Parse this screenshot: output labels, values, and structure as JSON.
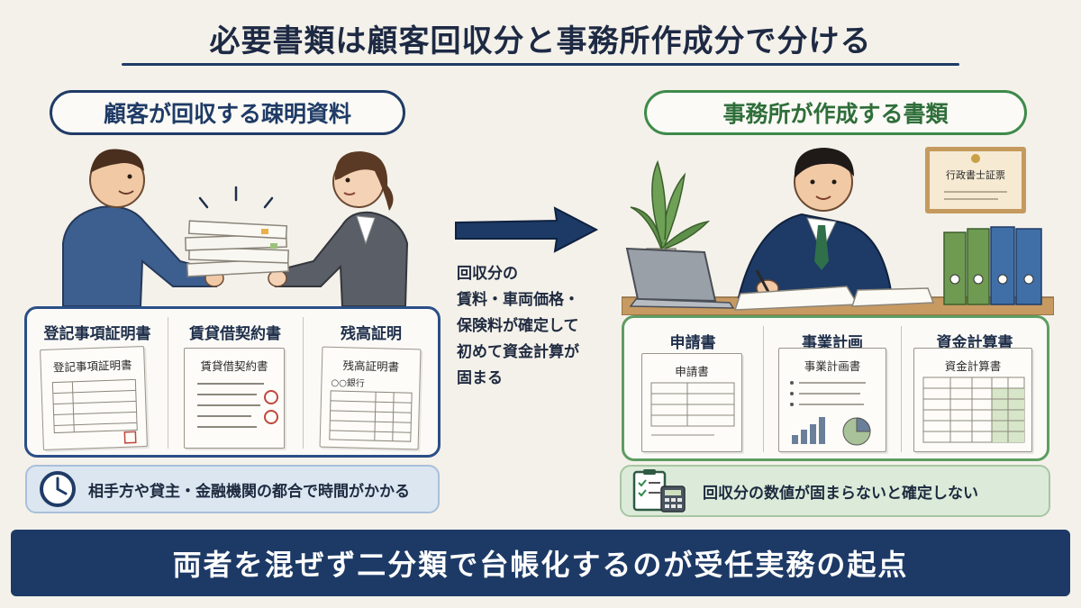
{
  "title": "必要書類は顧客回収分と事務所作成分で分ける",
  "left_section": {
    "header": "顧客が回収する疎明資料",
    "documents": [
      {
        "label": "登記事項証明書",
        "paper_title": "登記事項証明書"
      },
      {
        "label": "賃貸借契約書",
        "paper_title": "賃貸借契約書"
      },
      {
        "label": "残高証明",
        "paper_title": "残高証明書",
        "paper_subtitle": "○○銀行"
      }
    ],
    "note": "相手方や貸主・金融機関の都合で時間がかかる"
  },
  "middle": {
    "lines": [
      "回収分の",
      "賃料・車両価格・",
      "保険料が確定して",
      "初めて資金計算が",
      "固まる"
    ]
  },
  "right_section": {
    "header": "事務所が作成する書類",
    "certificate_text": "行政書士証票",
    "documents": [
      {
        "label": "申請書",
        "paper_title": "申請書"
      },
      {
        "label": "事業計画",
        "paper_title": "事業計画書"
      },
      {
        "label": "資金計算書",
        "paper_title": "資金計算書"
      }
    ],
    "note": "回収分の数値が固まらないと確定しない"
  },
  "banner": "両者を混ぜず二分類で台帳化するのが受任実務の起点",
  "colors": {
    "navy": "#1d3a66",
    "green": "#3e8a4a",
    "background": "#f4f1ea"
  }
}
